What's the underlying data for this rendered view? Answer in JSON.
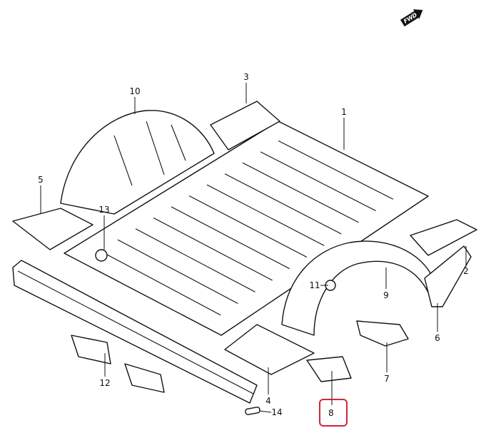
{
  "diagram": {
    "direction_badge": "FWD",
    "highlighted_callout": "8",
    "highlight_color": "#d0263a",
    "callouts": [
      "1",
      "2",
      "3",
      "4",
      "5",
      "6",
      "7",
      "8",
      "9",
      "10",
      "11",
      "12",
      "13",
      "14"
    ]
  }
}
